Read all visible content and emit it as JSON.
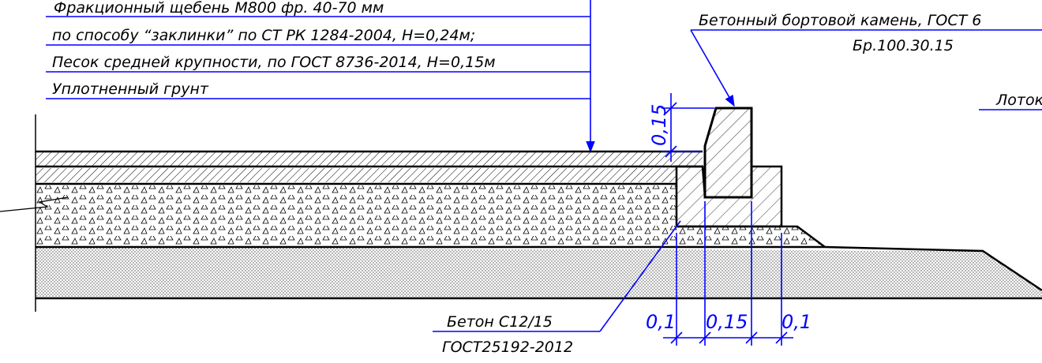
{
  "layers": {
    "line1": "Фракционный щебень М800 фр. 40-70 мм",
    "line2": "по способу “заклинки” по СТ РК 1284-2004, Н=0,24м;",
    "line3": "Песок средней крупности, по ГОСТ 8736-2014, Н=0,15м",
    "line4": "Уплотненный грунт"
  },
  "curb": {
    "title": "Бетонный бортовой камень, ГОСТ 6",
    "mark": "Бр.100.30.15"
  },
  "tray": {
    "label": "Лоток"
  },
  "concrete": {
    "line1": "Бетон С12/15",
    "line2": "ГОСТ25192-2012"
  },
  "dimensions": {
    "height": "0,15",
    "base_left": "0,1",
    "base_mid": "0,15",
    "base_right": "0,1"
  },
  "colors": {
    "annotation": "#0000ff",
    "outline": "#000000"
  }
}
